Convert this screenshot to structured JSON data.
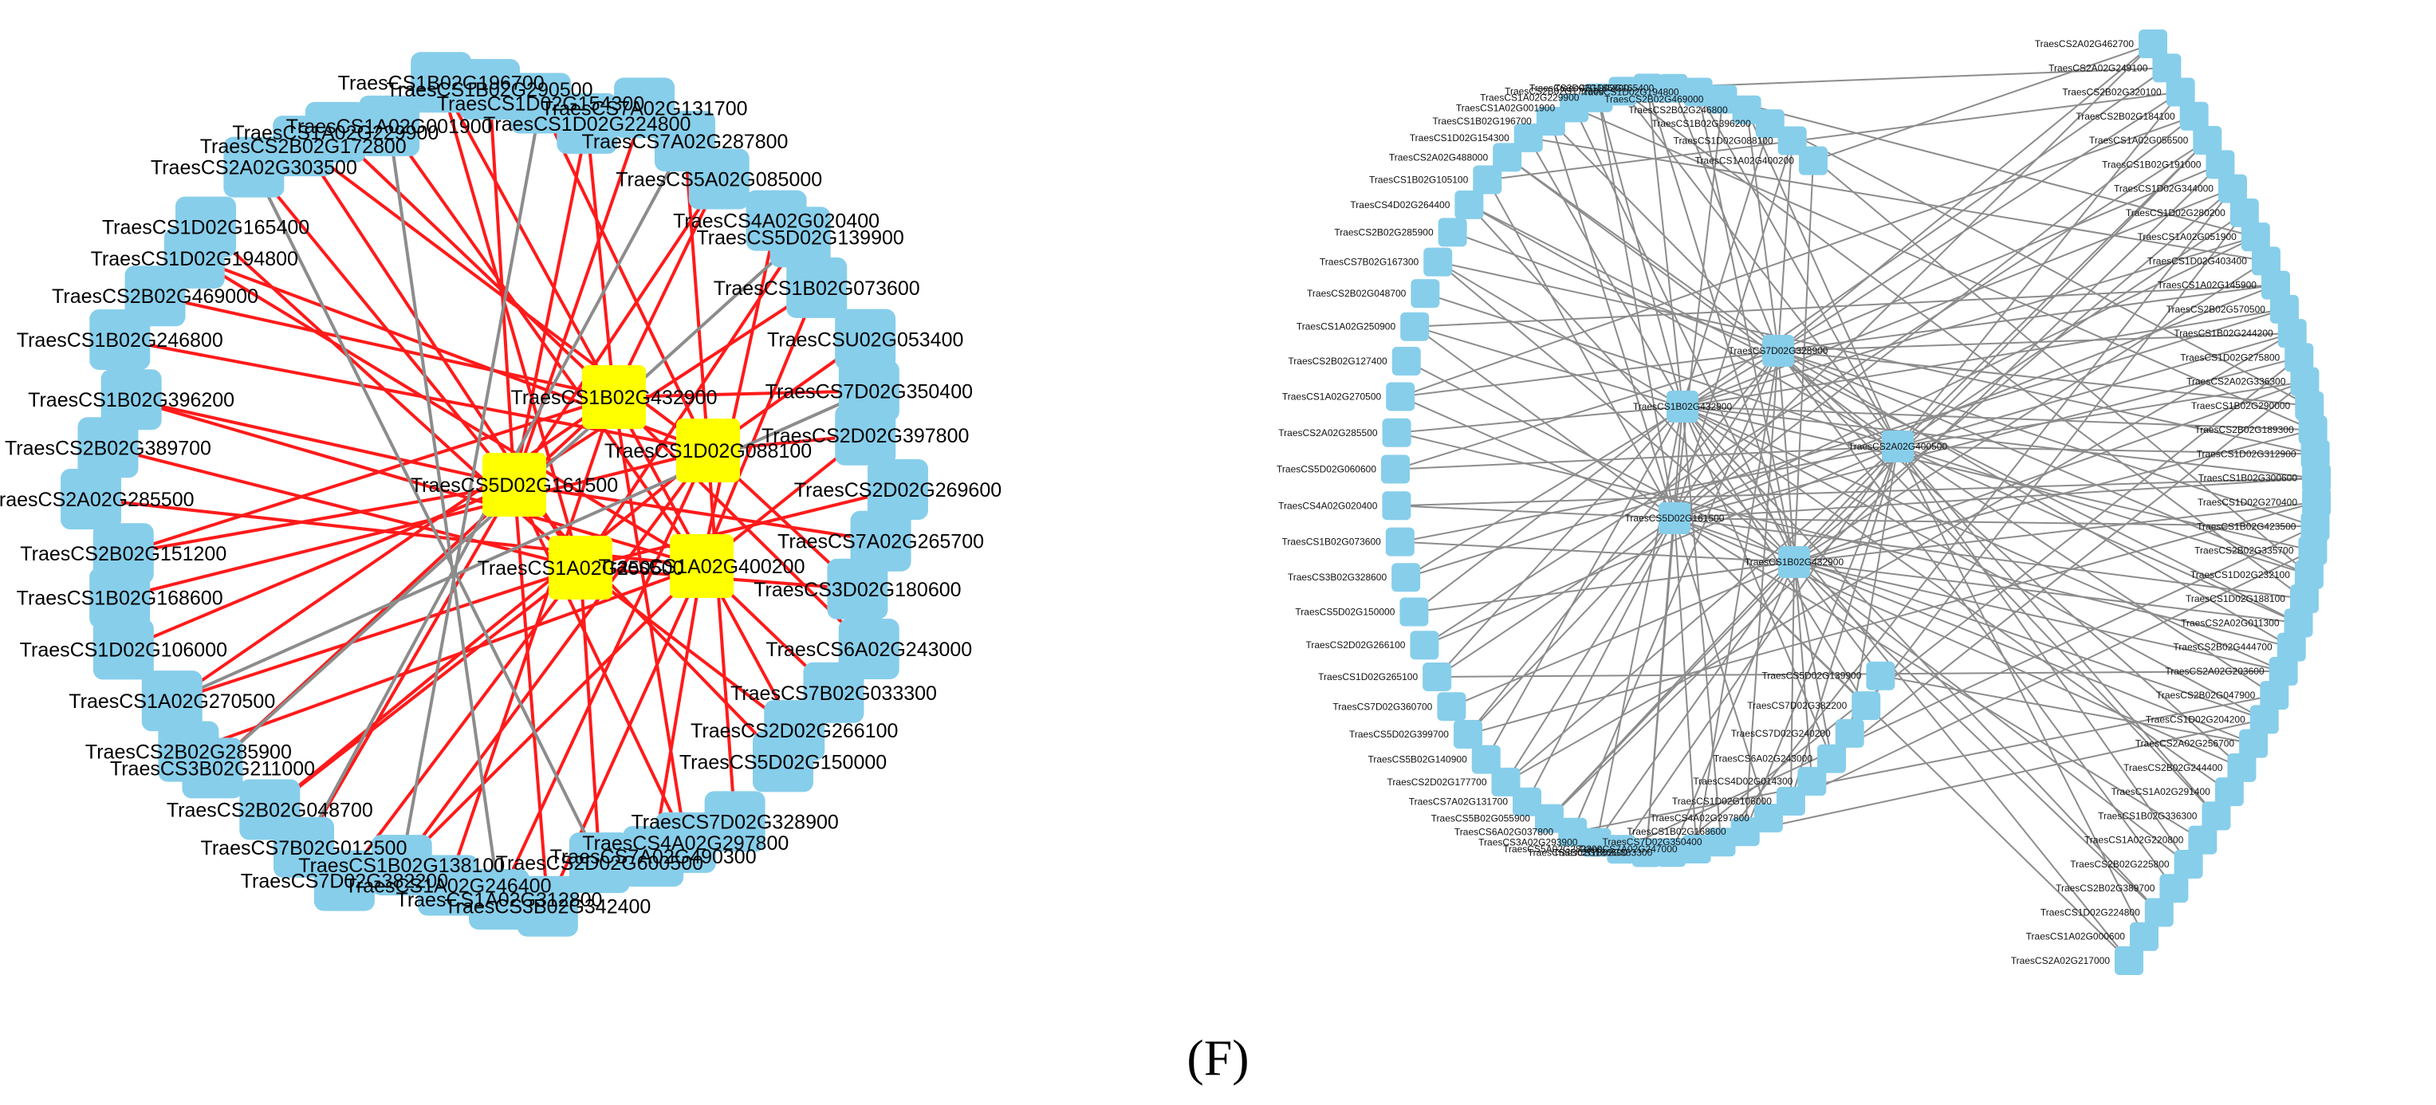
{
  "caption": "(F)",
  "colors": {
    "node": "#87ceeb",
    "hub": "#ffff00",
    "hub_edge": "#ff1a1a",
    "edge": "#8c8c8c"
  },
  "left_network": {
    "hubs": [
      "TraesCS1B02G432900",
      "TraesCS1D02G088100",
      "TraesCS5D02G161500",
      "TraesCS1A02G250500",
      "TraesCS1A02G400200"
    ],
    "nodes": [
      "TraesCS1D02G224800",
      "TraesCS1D02G154300",
      "TraesCS1B02G290500",
      "TraesCS1B02G196700",
      "TraesCS1A02G001900",
      "TraesCS1A02G229900",
      "TraesCS2B02G172800",
      "TraesCS2A02G303500",
      "TraesCS1D02G165400",
      "TraesCS1D02G194800",
      "TraesCS2B02G469000",
      "TraesCS1B02G246800",
      "TraesCS1B02G396200",
      "TraesCS2B02G389700",
      "TraesCS2A02G285500",
      "TraesCS2B02G151200",
      "TraesCS1B02G168600",
      "TraesCS1D02G106000",
      "TraesCS1A02G270500",
      "TraesCS2B02G285900",
      "TraesCS3B02G211000",
      "TraesCS2B02G048700",
      "TraesCS7B02G012500",
      "TraesCS7D02G382200",
      "TraesCS1B02G138100",
      "TraesCS1A02G246400",
      "TraesCS1A02G312800",
      "TraesCS3B02G342400",
      "TraesCS2D02G600500",
      "TraesCS7A02G490300",
      "TraesCS4A02G297800",
      "TraesCS7D02G328900",
      "TraesCS5D02G150000",
      "TraesCS2D02G266100",
      "TraesCS7B02G033300",
      "TraesCS6A02G243000",
      "TraesCS3D02G180600",
      "TraesCS7A02G265700",
      "TraesCS2D02G269600",
      "TraesCS2D02G397800",
      "TraesCS7D02G350400",
      "TraesCSU02G053400",
      "TraesCS1B02G073600",
      "TraesCS5D02G139900",
      "TraesCS4A02G020400",
      "TraesCS5A02G085000",
      "TraesCS7A02G287800",
      "TraesCS7A02G131700"
    ]
  },
  "right_network": {
    "inner_nodes": [
      "TraesCS7D02G328900",
      "TraesCS1B02G432900",
      "TraesCS2A02G400500",
      "TraesCS5D02G161500",
      "TraesCS1B02G432900"
    ],
    "nodes": [
      "TraesCS2A02G462700",
      "TraesCS2A02G249100",
      "TraesCS2B02G320100",
      "TraesCS2B02G184100",
      "TraesCS1A02G056500",
      "TraesCS1B02G191000",
      "TraesCS1D02G344000",
      "TraesCS1D02G280200",
      "TraesCS1A02G051900",
      "TraesCS1D02G403400",
      "TraesCS1A02G145900",
      "TraesCS2B02G570500",
      "TraesCS1B02G244200",
      "TraesCS1D02G275800",
      "TraesCS2A02G336300",
      "TraesCS1B02G290000",
      "TraesCS2B02G189300",
      "TraesCS1D02G312900",
      "TraesCS1B02G300600",
      "TraesCS1D02G270400",
      "TraesCS1B02G423500",
      "TraesCS2B02G335700",
      "TraesCS1D02G232100",
      "TraesCS1D02G188100",
      "TraesCS2A02G011300",
      "TraesCS2B02G444700",
      "TraesCS2A02G203600",
      "TraesCS2B02G047900",
      "TraesCS1D02G204200",
      "TraesCS2A02G256700",
      "TraesCS2B02G244400",
      "TraesCS1A02G291400",
      "TraesCS1B02G336300",
      "TraesCS1A02G220800",
      "TraesCS2B02G225800",
      "TraesCS2B02G389700",
      "TraesCS1D02G224800",
      "TraesCS1A02G000600",
      "TraesCS2A02G217000",
      "TraesCS1A02G400200",
      "TraesCS1D02G088100",
      "TraesCS1B02G396200",
      "TraesCS2B02G246800",
      "TraesCS2B02G469000",
      "TraesCS1D02G194800",
      "TraesCS1D02G165400",
      "TraesCS3D02G185800",
      "TraesCS2B02G172800",
      "TraesCS1A02G229900",
      "TraesCS1A02G001900",
      "TraesCS1B02G196700",
      "TraesCS1D02G154300",
      "TraesCS2A02G488000",
      "TraesCS1B02G105100",
      "TraesCS4D02G264400",
      "TraesCS2B02G285900",
      "TraesCS7B02G167300",
      "TraesCS2B02G048700",
      "TraesCS1A02G250900",
      "TraesCS2B02G127400",
      "TraesCS1A02G270500",
      "TraesCS2A02G285500",
      "TraesCS5D02G060600",
      "TraesCS4A02G020400",
      "TraesCS1B02G073600",
      "TraesCS3B02G328600",
      "TraesCS5D02G150000",
      "TraesCS2D02G266100",
      "TraesCS1D02G265100",
      "TraesCS7D02G360700",
      "TraesCS5D02G399700",
      "TraesCS5B02G140900",
      "TraesCS2D02G177700",
      "TraesCS7A02G131700",
      "TraesCS5B02G055900",
      "TraesCS6A02G037800",
      "TraesCS3A02G293900",
      "TraesCS5A02G282300",
      "TraesCS3D02G186600",
      "TraesCS1B02G383300",
      "TraesCS7A02G247000",
      "TraesCS7D02G350400",
      "TraesCS1B02G168600",
      "TraesCS4A02G297800",
      "TraesCS1D02G106000",
      "TraesCS4D02G014300",
      "TraesCS6A02G243000",
      "TraesCS7D02G240200",
      "TraesCS7D02G382200",
      "TraesCS5D02G139900"
    ]
  }
}
